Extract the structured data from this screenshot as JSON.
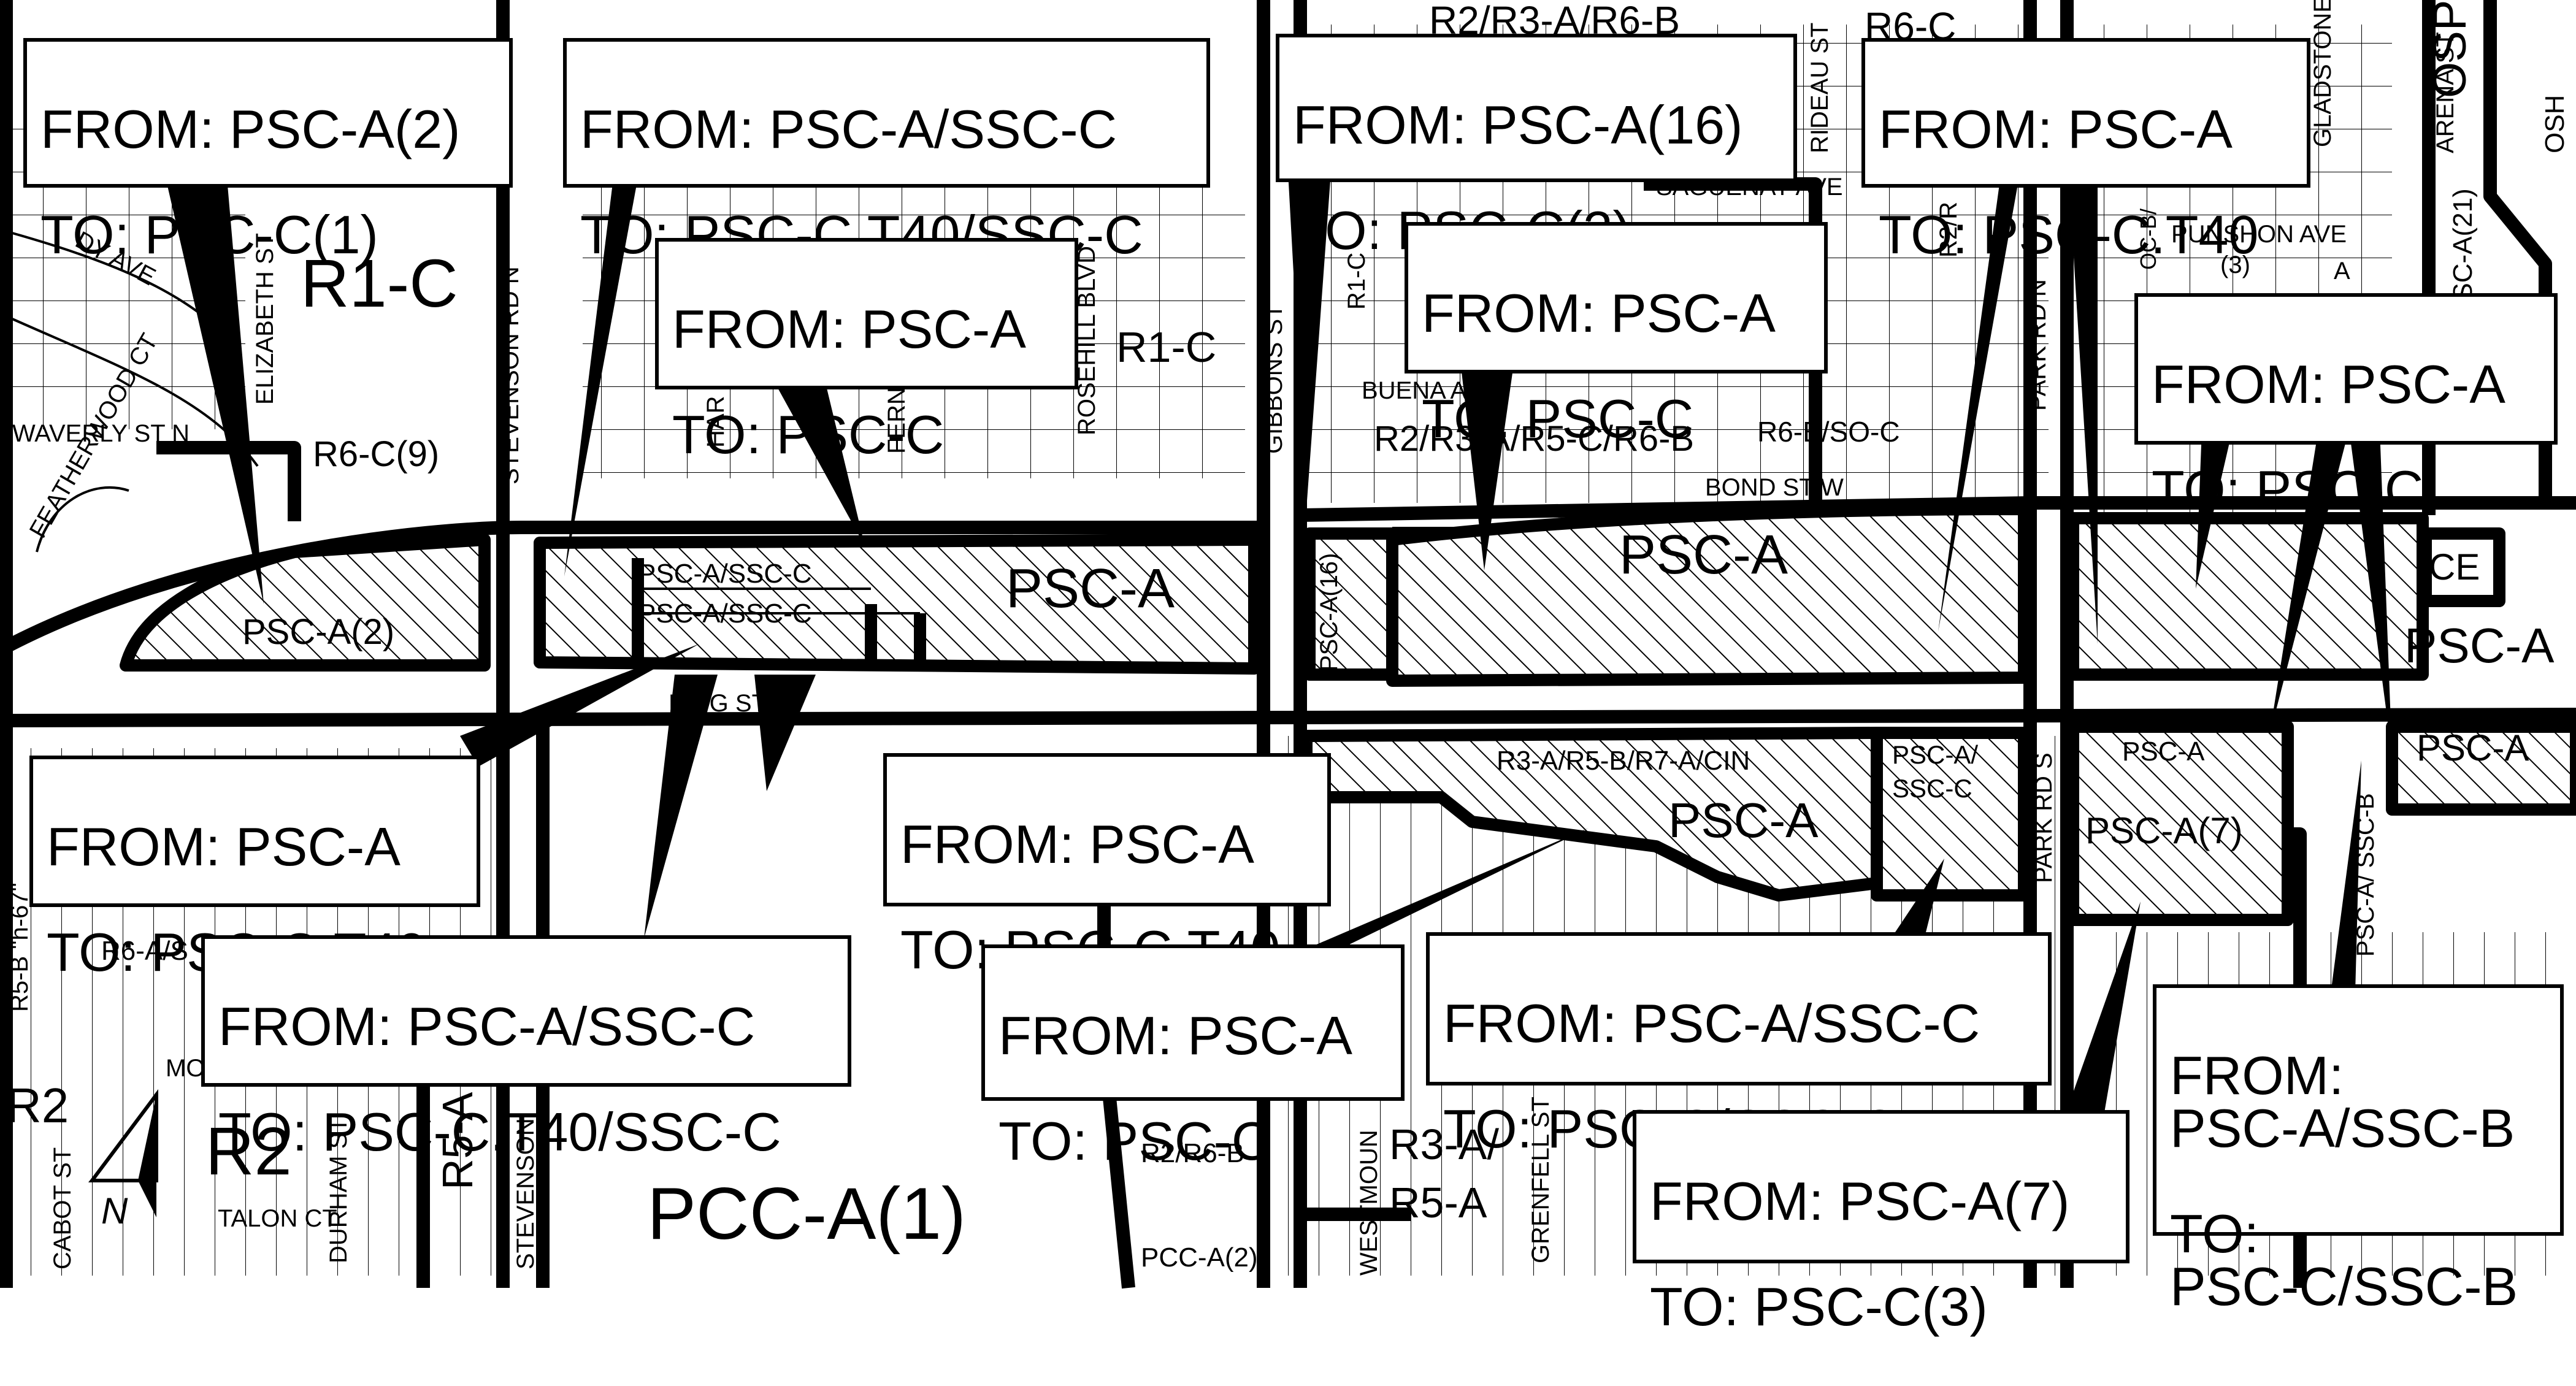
{
  "streets": {
    "king_st_w": "KING ST W",
    "bond_st_w": "BOND ST W",
    "stevenson_rd_n": "STEVENSON RD N",
    "stevenson": "STEVENSON",
    "elizabeth_st": "ELIZABETH ST",
    "waverly_st_n": "WAVERLY ST N",
    "dy_ave": "DY AVE",
    "featherwood_ct": "FEATHERWOOD CT",
    "rosehill_blvd": "ROSEHILL BLVD",
    "har": "HAR",
    "fern": "FERN",
    "gibbons_st": "GIBBONS ST",
    "buena_ave": "BUENA      AVE",
    "saguenay_ave": "SAGUENAY AVE",
    "rideau_st": "RIDEAU ST",
    "park_rd_n": "PARK RD N",
    "park_rd_s": "PARK RD S",
    "punshon_ave": "PUNSHON AVE",
    "gladstone_ave": "GLADSTONE AVE",
    "arena_st": "ARENA ST",
    "cabot_st": "CABOT ST",
    "durham_st": "DURHAM ST",
    "talon_ct": "TALON CT",
    "mo": "MO",
    "westmount": "WESTMOUN",
    "grenfell_st": "GRENFELL ST"
  },
  "zones": {
    "r1c_big": "R1-C",
    "r1c_small": "R1-C",
    "r6c9": "R6-C(9)",
    "psca2": "PSC-A(2)",
    "psca_ssc_1": "PSC-A/SSC-C",
    "psca_ssc_2": "PSC-A/SSC-C",
    "psca_mid": "PSC-A",
    "psca16": "PSC-A(16)",
    "psca_bond": "PSC-A",
    "psca_east": "PSC-A",
    "psca_south": "PSC-A",
    "psca_ssc_south": "PSC-A/ SSC-C",
    "psca7": "PSC-A(7)",
    "psca_se1": "PSC-A",
    "psca_se2": "PSC-A",
    "psca_sscb": "PSC-A/ SSC-B",
    "ce": "CE",
    "osp": "OSP",
    "osh": "OSH",
    "psca21": "PSC-A(21)",
    "r2r3a": "R2/R3-A/R6-B",
    "r6c_top": "R6-C",
    "r2r3a_mid": "R2/R3-A/R5-C/R6-B",
    "r6b_soc": "R6-B/SO-C",
    "r3a_cin": "R3-A/R5-B/R7-A/CIN",
    "pcca1": "PCC-A(1)",
    "pcca2": "PCC-A(2)",
    "r2r6b": "R2/R6-B",
    "r3a_r5a_1": "R3-A/",
    "r3a_r5a_2": "R5-A",
    "r2_big": "R2",
    "r2_small": "R2",
    "r5a": "R5-A",
    "r6a_s": "R6-A/S",
    "r5b_h67": "R5-B \"h-67\"",
    "r2r": "R2/R",
    "r1c_v": "R1-C",
    "pa3": "(3)",
    "a_lbl": "A",
    "ocb": "OC-B/"
  },
  "north_arrow": "N",
  "callouts": [
    {
      "from": "FROM: PSC-A(2)",
      "to": "TO: PSC-C(1)"
    },
    {
      "from": "FROM: PSC-A/SSC-C",
      "to": "TO: PSC-C.T40/SSC-C"
    },
    {
      "from": "FROM: PSC-A(16)",
      "to": "TO: PSC-C(2)"
    },
    {
      "from": "FROM: PSC-A",
      "to": "TO: PSC-C.T40"
    },
    {
      "from": "FROM: PSC-A",
      "to": "TO: PSC-C"
    },
    {
      "from": "FROM: PSC-A",
      "to": "TO: PSC-C"
    },
    {
      "from": "FROM: PSC-A",
      "to": "TO: PSC-C"
    },
    {
      "from": "FROM: PSC-A",
      "to": "TO: PSC-C.T40"
    },
    {
      "from": "FROM: PSC-A",
      "to": "TO: PSC-C.T40"
    },
    {
      "from": "FROM: PSC-A/SSC-C",
      "to": "TO: PSC-C.T40/SSC-C"
    },
    {
      "from": "FROM: PSC-A",
      "to": "TO: PSC-C"
    },
    {
      "from": "FROM: PSC-A/SSC-C",
      "to": "TO: PSC-C/SSC-C"
    },
    {
      "from": "FROM: PSC-A(7)",
      "to": "TO: PSC-C(3)"
    },
    {
      "from": "FROM:\nPSC-A/SSC-B",
      "to": "TO:\nPSC-C/SSC-B"
    }
  ]
}
